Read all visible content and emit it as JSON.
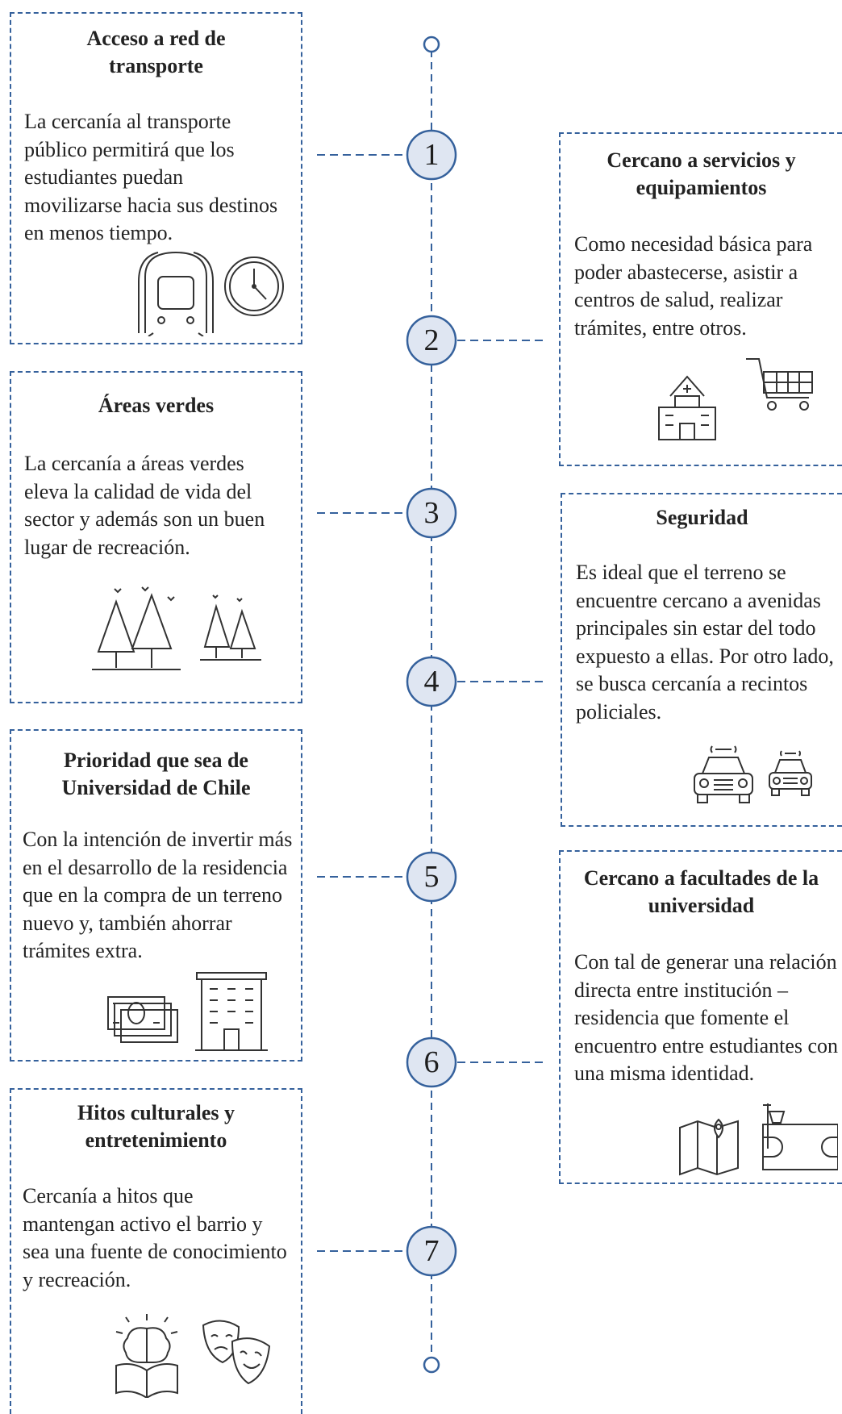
{
  "timeline": {
    "nodes": [
      "1",
      "2",
      "3",
      "4",
      "5",
      "6",
      "7"
    ]
  },
  "cards": [
    {
      "title": "Acceso a red de transporte",
      "body": "La cercanía al transporte público permitirá que los estudiantes puedan movilizarse hacia sus destinos en menos tiempo.",
      "icons": [
        "train-icon",
        "clock-icon"
      ]
    },
    {
      "title": "Cercano a servicios y equipamientos",
      "body": "Como necesidad básica para poder abastecerse, asistir a centros de salud, realizar trámites, entre otros.",
      "icons": [
        "hospital-icon",
        "shopping-cart-icon"
      ]
    },
    {
      "title": "Áreas verdes",
      "body": "La cercanía a áreas verdes eleva la calidad de vida del sector y además son un buen lugar de recreación.",
      "icons": [
        "trees-icon",
        "small-trees-icon"
      ]
    },
    {
      "title": "Seguridad",
      "body": "Es ideal que el terreno se encuentre cercano a avenidas principales sin estar del todo expuesto a ellas. Por otro lado, se busca cercanía a recintos policiales.",
      "icons": [
        "police-car-icon",
        "small-police-car-icon"
      ]
    },
    {
      "title": "Prioridad que sea de Universidad de Chile",
      "body": "Con la intención de invertir más en el desarrollo de la residencia que en la compra de un terreno nuevo y, también ahorrar trámites extra.",
      "icons": [
        "money-icon",
        "building-icon"
      ]
    },
    {
      "title": "Cercano a facultades de la universidad",
      "body": "Con tal de generar una relación directa entre institución – residencia que fomente el encuentro entre estudiantes con una misma identidad.",
      "icons": [
        "map-icon",
        "basketball-court-icon"
      ]
    },
    {
      "title": "Hitos culturales y entretenimiento",
      "body": "Cercanía a hitos que mantengan activo el barrio y sea una fuente de conocimiento y recreación.",
      "icons": [
        "brain-book-icon",
        "theater-masks-icon"
      ]
    }
  ],
  "colors": {
    "accent": "#35619c",
    "node_fill": "#dfe6f2"
  }
}
